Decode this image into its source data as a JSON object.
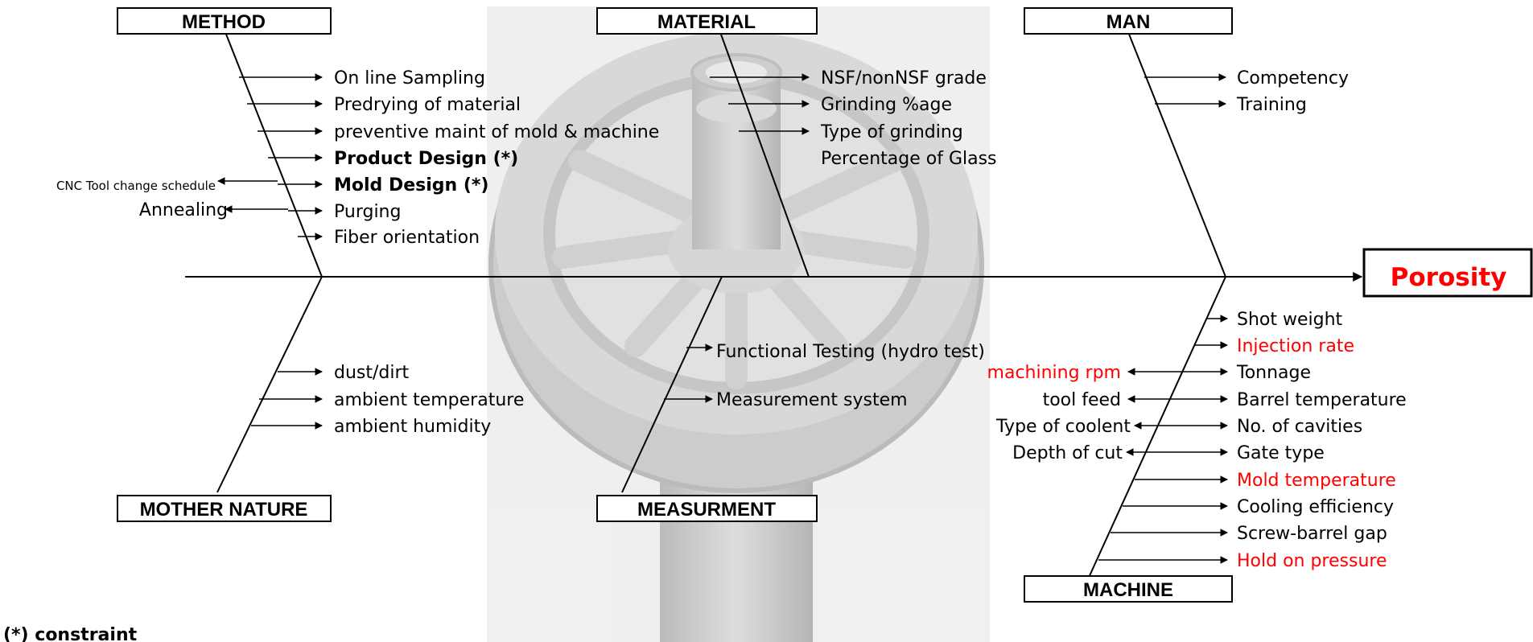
{
  "effect": "Porosity",
  "categories": {
    "method": "METHOD",
    "material": "MATERIAL",
    "man": "MAN",
    "mother_nature": "MOTHER NATURE",
    "measurement": "MEASURMENT",
    "machine": "MACHINE"
  },
  "method_causes": [
    "On line Sampling",
    "Predrying of material",
    "preventive maint of mold & machine",
    "Product Design (*)",
    "Mold Design (*)",
    "Purging",
    "Fiber orientation"
  ],
  "method_sub_causes": [
    "CNC Tool change schedule",
    "Annealing"
  ],
  "material_causes": [
    "NSF/nonNSF grade",
    "Grinding %age",
    "Type of grinding",
    "Percentage of Glass"
  ],
  "man_causes": [
    "Competency",
    "Training"
  ],
  "mother_nature_causes": [
    "dust/dirt",
    "ambient temperature",
    "ambient humidity"
  ],
  "measurement_causes": [
    "Functional Testing (hydro test)",
    "Measurement system"
  ],
  "machine_causes": [
    "Shot weight",
    "Injection rate",
    "Tonnage",
    "Barrel temperature",
    "No. of cavities",
    "Gate type",
    "Mold temperature",
    "Cooling efficiency",
    "Screw-barrel gap",
    "Hold on pressure"
  ],
  "machine_sub_causes": [
    "machining rpm",
    "tool feed",
    "Type of coolent",
    "Depth of cut"
  ],
  "legend_note": "(*)  constraint",
  "colors": {
    "highlight": "#ff0000",
    "line": "#000000",
    "background_image": "#d9d9d9"
  },
  "background_image_subject": "gray cast wheel rendering"
}
